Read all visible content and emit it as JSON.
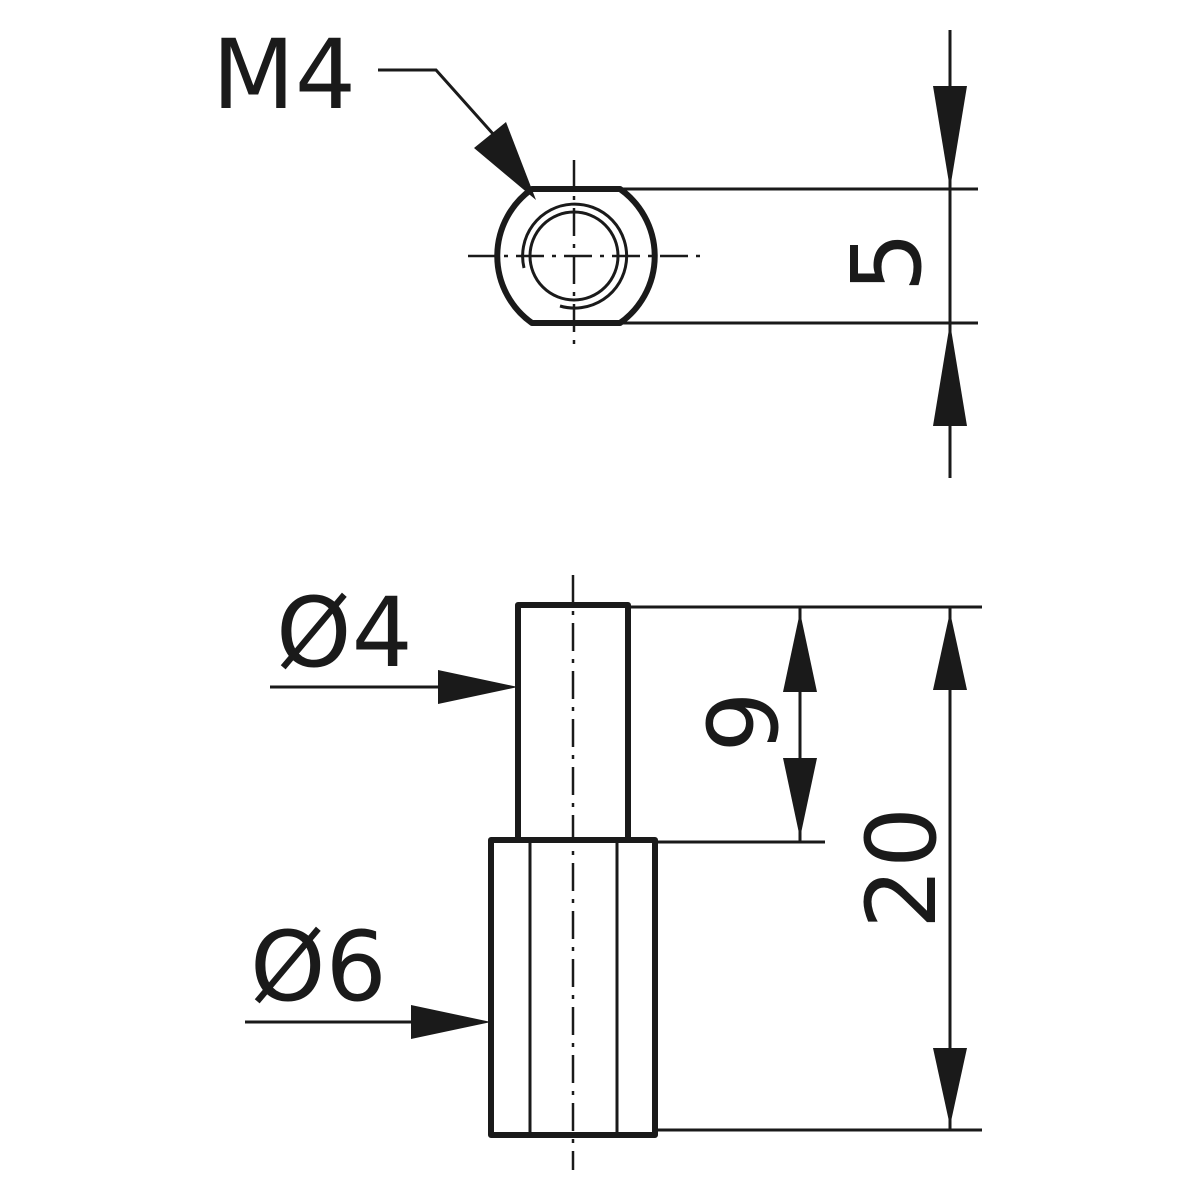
{
  "labels": {
    "thread": "M4",
    "width_top": "5",
    "pin_diameter": "Ø4",
    "body_diameter": "Ø6",
    "pin_length": "9",
    "total_length": "20"
  }
}
